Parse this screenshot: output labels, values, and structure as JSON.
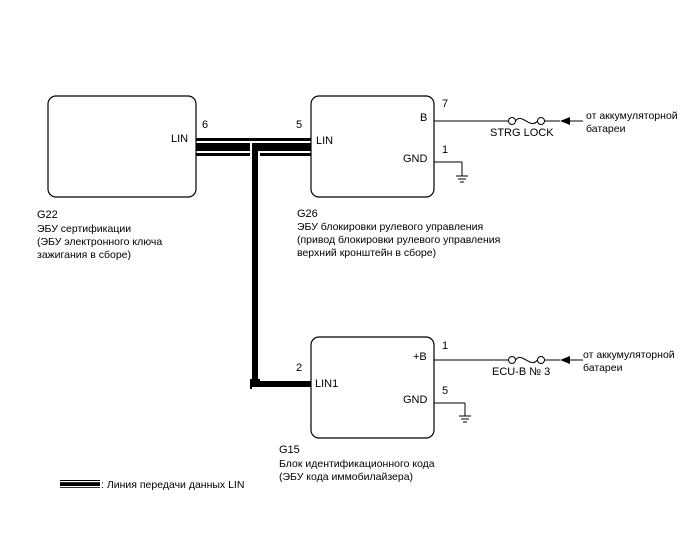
{
  "components": {
    "g22": {
      "code": "G22",
      "name": "ЭБУ сертификации",
      "desc1": "(ЭБУ электронного ключа",
      "desc2": "зажигания в сборе)",
      "pin_lin_label": "LIN",
      "pin_lin_num": "6"
    },
    "g26": {
      "code": "G26",
      "name": "ЭБУ блокировки рулевого управления",
      "desc1": "(привод блокировки рулевого управления",
      "desc2": "верхний кронштейн в сборе)",
      "pin_lin_label": "LIN",
      "pin_lin_num": "5",
      "pin_b_label": "B",
      "pin_b_num": "7",
      "pin_gnd_label": "GND",
      "pin_gnd_num": "1"
    },
    "g15": {
      "code": "G15",
      "name": "Блок идентификационного кода",
      "desc1": "(ЭБУ кода иммобилайзера)",
      "pin_lin_label": "LIN1",
      "pin_lin_num": "2",
      "pin_b_label": "+B",
      "pin_b_num": "1",
      "pin_gnd_label": "GND",
      "pin_gnd_num": "5"
    }
  },
  "fuses": {
    "strg_lock": "STRG LOCK",
    "ecu_b3": "ECU-B № 3"
  },
  "battery": {
    "line1": "от аккумуляторной",
    "line2": "батареи"
  },
  "legend": {
    "text": ": Линия передачи данных LIN"
  }
}
